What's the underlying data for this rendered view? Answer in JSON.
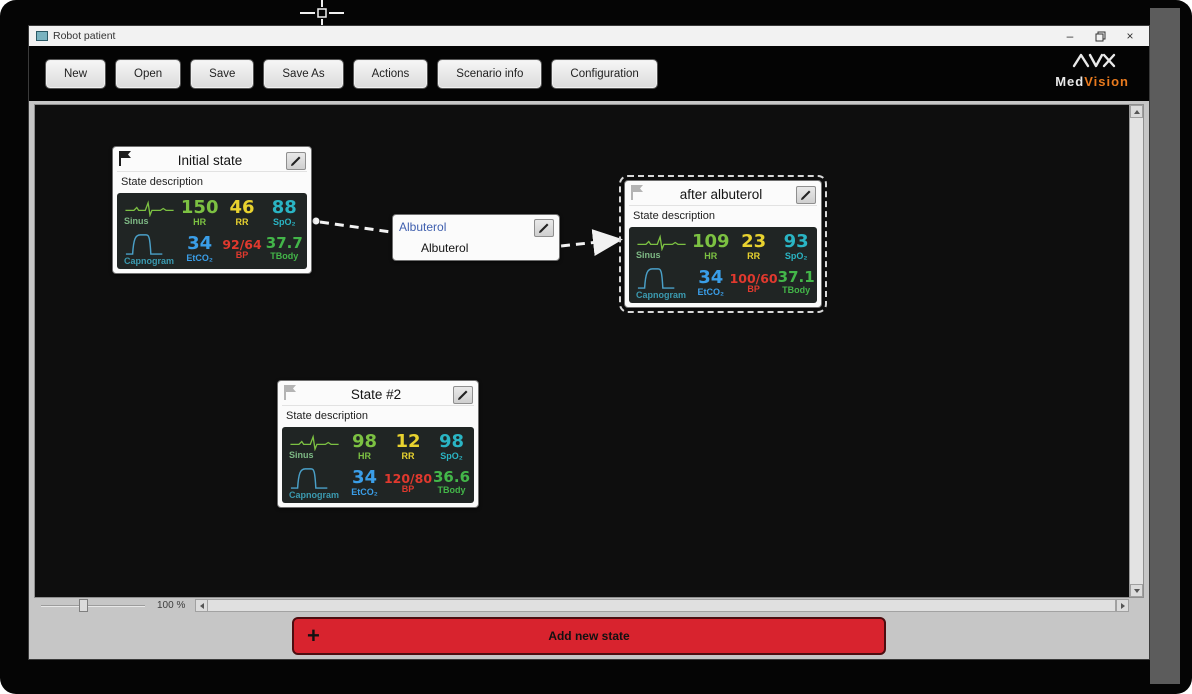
{
  "window": {
    "title": "Robot patient",
    "minimize_label": "–",
    "close_label": "×"
  },
  "toolbar": {
    "buttons": [
      "New",
      "Open",
      "Save",
      "Save As",
      "Actions",
      "Scenario info",
      "Configuration"
    ],
    "logo": {
      "med": "Med",
      "vision": "Vision",
      "vision_color": "#e87a1e"
    }
  },
  "vital_labels": {
    "rhythm": "Sinus",
    "co2": "Capnogram",
    "hr": "HR",
    "rr": "RR",
    "spo2": "SpO₂",
    "etco2": "EtCO₂",
    "bp": "BP",
    "tbody": "TBody"
  },
  "colors": {
    "hr": "#7cc142",
    "rr": "#e8d22f",
    "spo2": "#2ab5c4",
    "etco2": "#3a9ee8",
    "bp": "#e0392e",
    "tbody": "#43b649",
    "add_button": "#d8232e",
    "logo_accent": "#e87a1e"
  },
  "states": [
    {
      "title": "Initial state",
      "description": "State description",
      "flag": "dark",
      "hr": "150",
      "rr": "46",
      "spo2": "88",
      "etco2": "34",
      "bp": "92/64",
      "tbody": "37.7"
    },
    {
      "title": "after albuterol",
      "description": "State description",
      "flag": "light",
      "hr": "109",
      "rr": "23",
      "spo2": "93",
      "etco2": "34",
      "bp": "100/60",
      "tbody": "37.1"
    },
    {
      "title": "State #2",
      "description": "State description",
      "flag": "light",
      "hr": "98",
      "rr": "12",
      "spo2": "98",
      "etco2": "34",
      "bp": "120/80",
      "tbody": "36.6"
    }
  ],
  "action_node": {
    "title": "Albuterol",
    "item": "Albuterol"
  },
  "bottom_bar": {
    "zoom_value": "100 %",
    "add_plus": "+",
    "add_state_label": "Add new state"
  }
}
